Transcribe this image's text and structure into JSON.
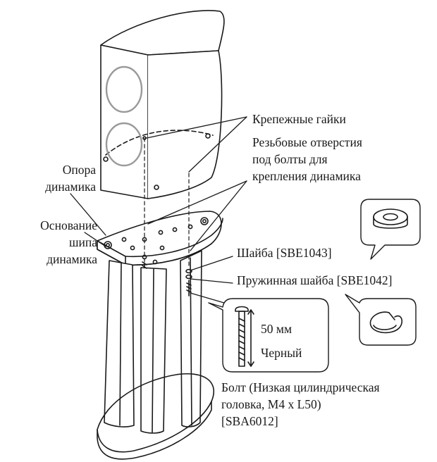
{
  "labels": {
    "fixing_nuts": "Крепежные гайки",
    "threaded_holes": [
      "Резьбовые отверстия",
      "под болты для",
      "крепления динамика"
    ],
    "speaker_stand": [
      "Опора",
      "динамика"
    ],
    "spike_base": [
      "Основание",
      "шипа",
      "динамика"
    ],
    "washer": "Шайба [SBE1043]",
    "spring_washer": "Пружинная шайба [SBE1042]",
    "bolt_length": "50 мм",
    "bolt_color": "Черный",
    "bolt": [
      "Болт (Низкая цилиндрическая",
      "головка, M4 x L50)",
      "[SBA6012]"
    ]
  },
  "colors": {
    "line": "#1a1a1a",
    "driver_ring": "#9a9a9a",
    "background": "#ffffff"
  }
}
